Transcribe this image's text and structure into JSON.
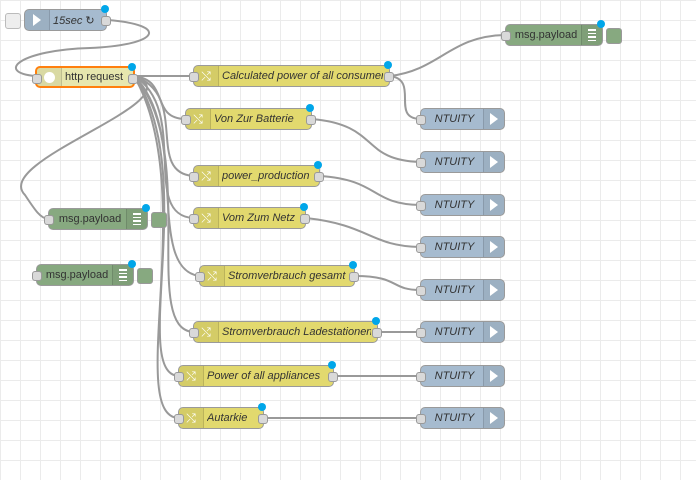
{
  "nodes": {
    "inject_label": "15sec ↻",
    "http_label": "http request",
    "debug_label": "msg.payload",
    "ntuity_label": "NTUITY",
    "changes": [
      "Calculated power of all consumers",
      "Von Zur Batterie",
      "power_production",
      "Vom Zum Netz",
      "Stromverbrauch gesamt",
      "Stromverbrauch Ladestationen",
      "Power of all appliances",
      "Autarkie"
    ]
  },
  "colors": {
    "change": "#e2d96e",
    "http": "#e7e7ae",
    "http_border": "#ff7f0e",
    "inject": "#a6bbcf",
    "debug": "#87a980",
    "output": "#a6bbcf",
    "changed_dot": "#00a6e9",
    "wire": "#999999"
  },
  "icons": {
    "inject": "arrow-in-icon",
    "http": "globe-icon",
    "change": "shuffle-icon",
    "debug": "list-icon",
    "output": "arrow-right-icon"
  }
}
